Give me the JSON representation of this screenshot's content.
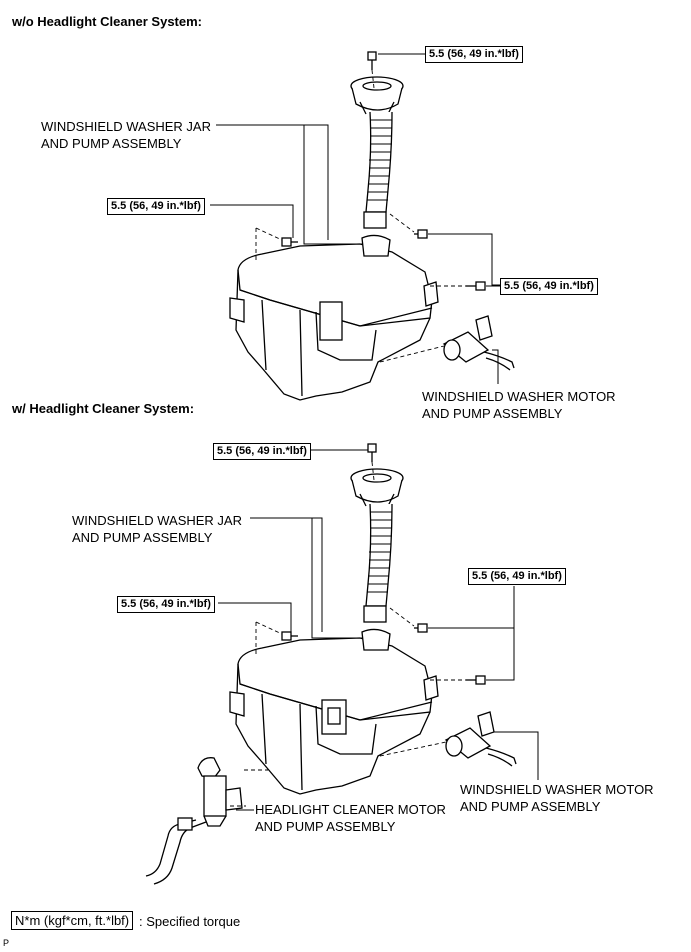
{
  "headings": {
    "without_cleaner": "w/o Headlight Cleaner System:",
    "with_cleaner": "w/ Headlight Cleaner System:"
  },
  "torque_value": "5.5 (56, 49 in.*lbf)",
  "labels": {
    "washer_jar_line1": "WINDSHIELD WASHER JAR",
    "washer_jar_line2": "AND PUMP ASSEMBLY",
    "washer_motor_line1": "WINDSHIELD WASHER MOTOR",
    "washer_motor_line2": "AND PUMP ASSEMBLY",
    "headlight_motor_line1": "HEADLIGHT CLEANER MOTOR",
    "headlight_motor_line2": "AND PUMP ASSEMBLY"
  },
  "legend": {
    "unit": "N*m (kgf*cm, ft.*lbf)",
    "description": ": Specified torque"
  },
  "corner_mark": "P"
}
